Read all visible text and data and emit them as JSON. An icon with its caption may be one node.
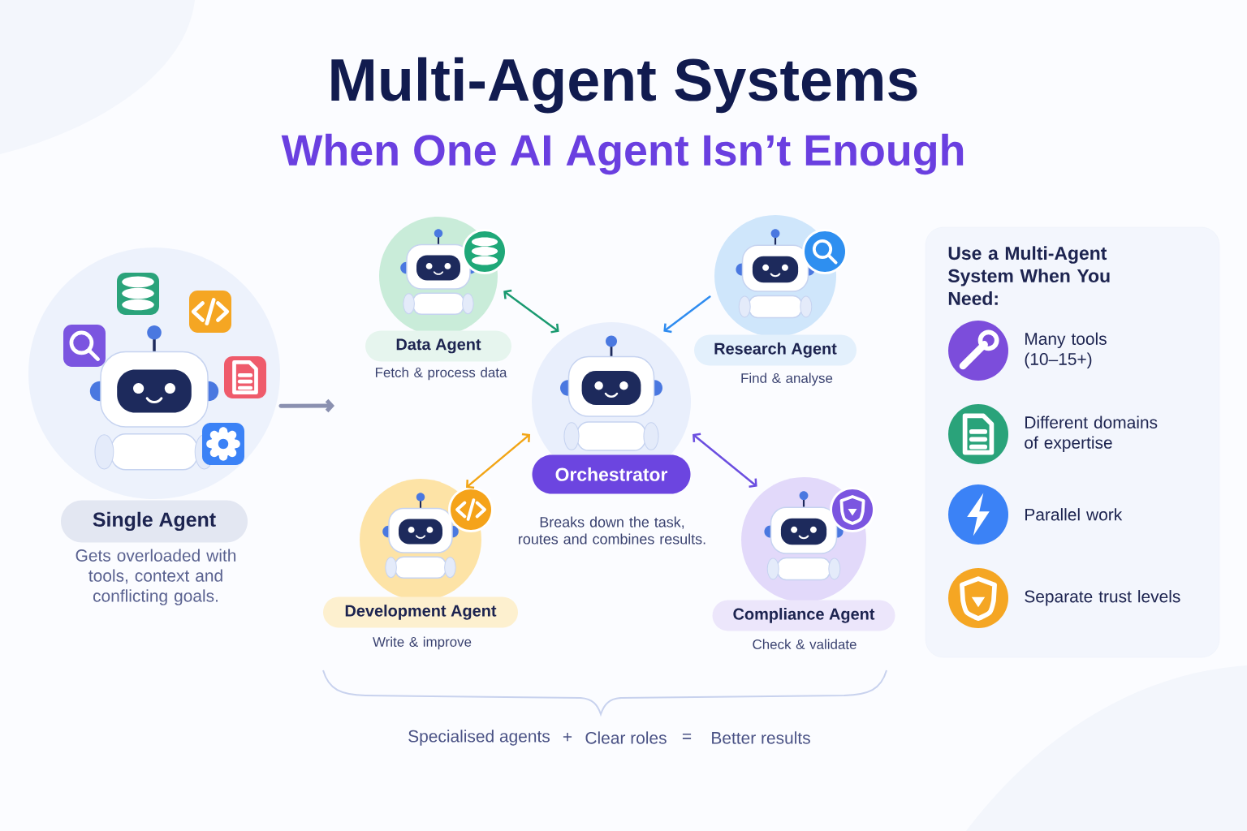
{
  "diagram": {
    "title": "Multi-Agent Systems",
    "nodes": [
      {
        "text": [
          "Single Agent"
        ],
        "beside": [
          "Gets overloaded with tools, context and conflicting goals."
        ]
      },
      {
        "text": [
          "Data Agent"
        ],
        "beside": [
          "Fetch & process data"
        ]
      },
      {
        "text": [
          "Research Agent"
        ],
        "beside": [
          "Find & analyse"
        ]
      },
      {
        "text": [
          "Orchestrator"
        ],
        "beside": [
          "Breaks down the task, routes and combines results."
        ]
      },
      {
        "text": [
          "Development Agent"
        ],
        "beside": [
          "Write & improve"
        ]
      },
      {
        "text": [
          "Compliance Agent"
        ],
        "beside": [
          "Check & validate"
        ]
      },
      {
        "text": [
          "Use a Multi-Agent System When You Need:"
        ]
      },
      {
        "text": [
          "Many tools (10–15+)"
        ],
        "in": 6
      },
      {
        "text": [
          "Different domains of expertise"
        ],
        "in": 6
      },
      {
        "text": [
          "Parallel work"
        ],
        "in": 6
      },
      {
        "text": [
          "Separate trust levels"
        ],
        "in": 6
      }
    ],
    "edges": [
      {
        "from": 0,
        "to": null,
        "arrow": "to",
        "style": "thick",
        "color": "#8a90b0"
      },
      {
        "from": 1,
        "to": 3,
        "arrow": "both",
        "color": "#1a9a70"
      },
      {
        "from": 2,
        "to": 3,
        "arrow": "to",
        "color": "#2f8cf0"
      },
      {
        "from": 3,
        "to": 4,
        "arrow": "both",
        "color": "#f2a516"
      },
      {
        "from": 3,
        "to": 5,
        "arrow": "both",
        "color": "#6b4ee0"
      }
    ],
    "labels": [
      "When One AI Agent Isn’t Enough",
      "Specialised agents",
      "+",
      "Clear roles",
      "=",
      "Better results"
    ]
  }
}
